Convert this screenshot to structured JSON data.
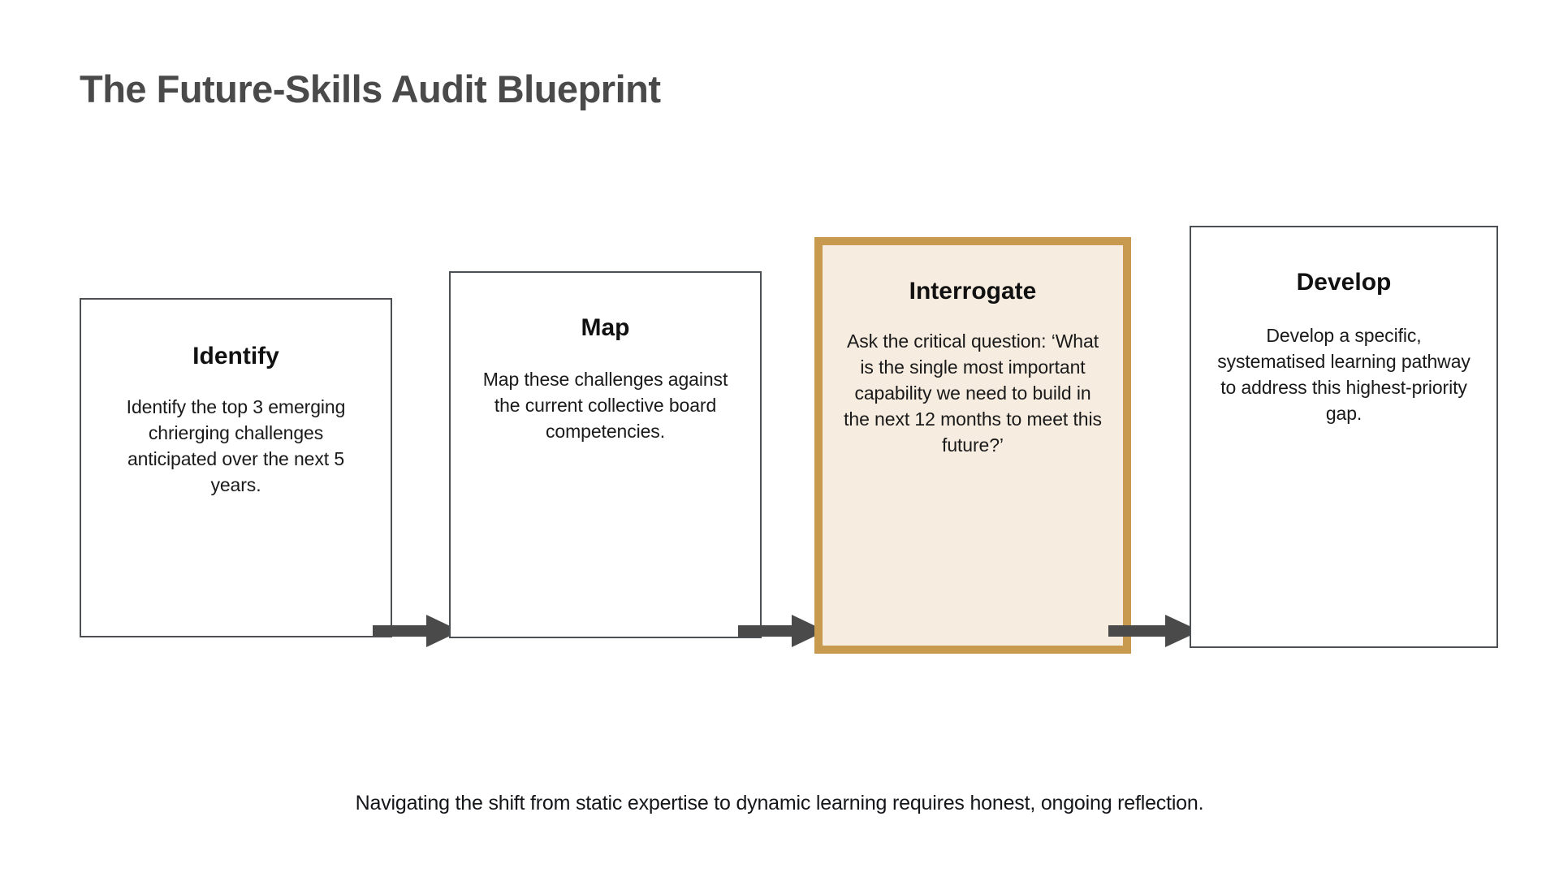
{
  "header": {
    "title": "The Future-Skills Audit Blueprint"
  },
  "diagram": {
    "type": "horizontal-process-flow",
    "step_count": 4,
    "connector_count": 3,
    "connector_icon": "arrow-right-icon",
    "colors": {
      "background": "#ffffff",
      "title_text": "#4a4a4a",
      "card_border": "#4c4f54",
      "card_fill": "#ffffff",
      "body_text": "#1a1a1a",
      "highlight_border": "#c79a4f",
      "highlight_fill": "#f6ece0",
      "arrow": "#4a4a4a"
    },
    "steps": [
      {
        "id": "identify",
        "title": "Identify",
        "body": "Identify the top 3 emerging chrierging challenges anticipated over the next 5 years.",
        "highlighted": false
      },
      {
        "id": "map",
        "title": "Map",
        "body": "Map these challenges against the current collective board competencies.",
        "highlighted": false
      },
      {
        "id": "interrogate",
        "title": "Interrogate",
        "body": "Ask the critical question: ‘What is the single most important capability we need to build in the next 12 months to meet this future?’",
        "highlighted": true
      },
      {
        "id": "develop",
        "title": "Develop",
        "body": "Develop a specific, systematised learning pathway to address this highest-priority gap.",
        "highlighted": false
      }
    ]
  },
  "footer": {
    "caption": "Navigating the shift from static expertise to dynamic learning requires honest, ongoing reflection."
  }
}
